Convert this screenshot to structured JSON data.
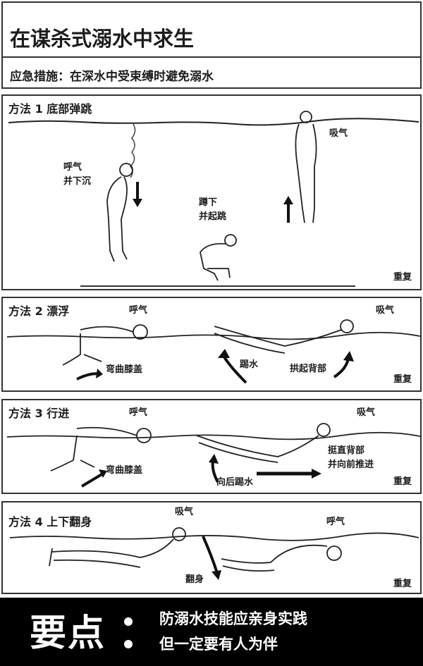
{
  "header": {
    "title": "在谋杀式溺水中求生",
    "subtitle": "应急措施：在深水中受束缚时避免溺水"
  },
  "methods": [
    {
      "title": "方法 1  底部弹跳",
      "labels": {
        "exhale": "呼气",
        "sink": "并下沉",
        "crouch": "蹲下",
        "jump": "并起跳",
        "inhale": "吸气"
      },
      "repeat": "重复"
    },
    {
      "title": "方法 2  漂浮",
      "labels": {
        "exhale": "呼气",
        "bend_knees": "弯曲膝盖",
        "kick": "踢水",
        "arch_back": "拱起背部",
        "inhale": "吸气"
      },
      "repeat": "重复"
    },
    {
      "title": "方法 3  行进",
      "labels": {
        "exhale": "呼气",
        "bend_knees": "弯曲膝盖",
        "kick_back": "向后踢水",
        "straighten_1": "挺直背部",
        "straighten_2": "并向前推进",
        "inhale": "吸气"
      },
      "repeat": "重复"
    },
    {
      "title": "方法 4  上下翻身",
      "labels": {
        "inhale": "吸气",
        "flip": "翻身",
        "exhale": "呼气"
      },
      "repeat": "重复"
    }
  ],
  "footer": {
    "key_label": "要点",
    "lines": [
      "防溺水技能应亲身实践",
      "但一定要有人为伴"
    ]
  },
  "colors": {
    "text": "#1c1c1c",
    "border": "#333333",
    "footer_bg": "#000000",
    "footer_text": "#ffffff"
  }
}
